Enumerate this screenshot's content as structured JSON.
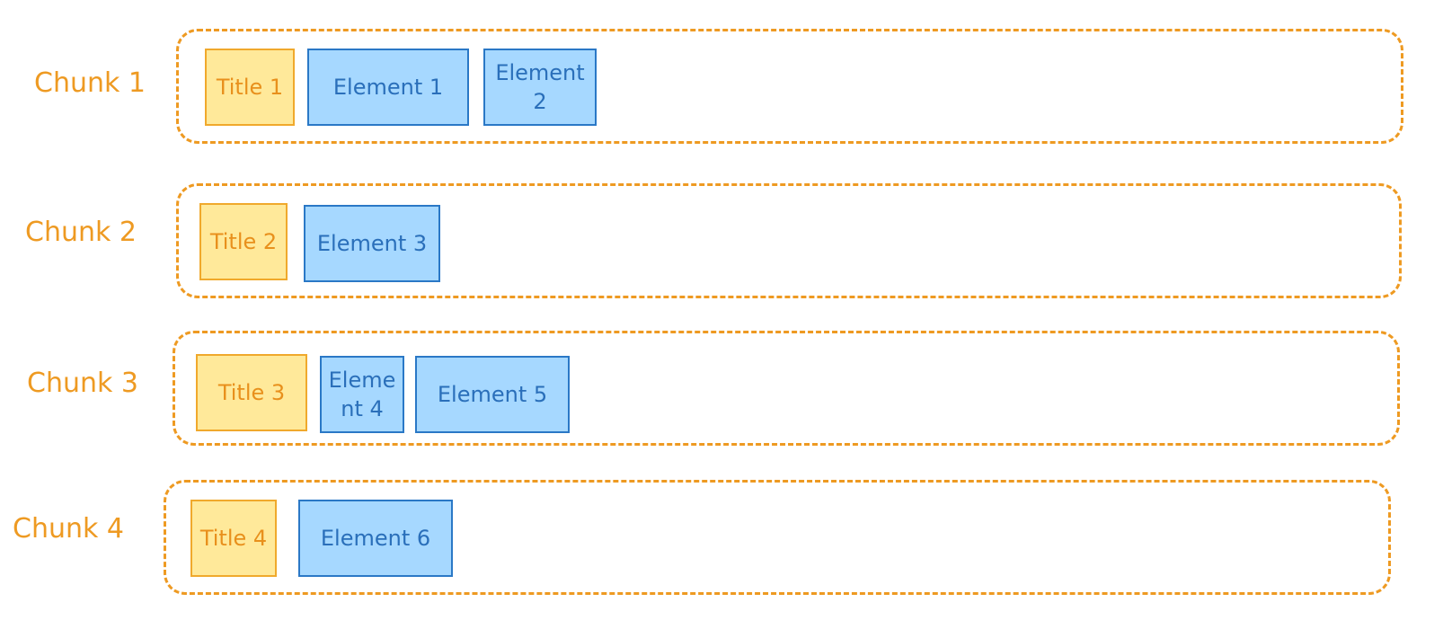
{
  "colors": {
    "accent_orange": "#ee9a22",
    "title_fill": "#ffe99a",
    "title_stroke": "#f0a92c",
    "element_fill": "#a6d8ff",
    "element_stroke": "#2a78c6"
  },
  "chunks": [
    {
      "label": "Chunk 1",
      "title": "Title 1",
      "elements": [
        "Element 1",
        "Element 2"
      ]
    },
    {
      "label": "Chunk 2",
      "title": "Title 2",
      "elements": [
        "Element 3"
      ]
    },
    {
      "label": "Chunk 3",
      "title": "Title 3",
      "elements": [
        "Element 4",
        "Element 5"
      ]
    },
    {
      "label": "Chunk 4",
      "title": "Title 4",
      "elements": [
        "Element 6"
      ]
    }
  ]
}
